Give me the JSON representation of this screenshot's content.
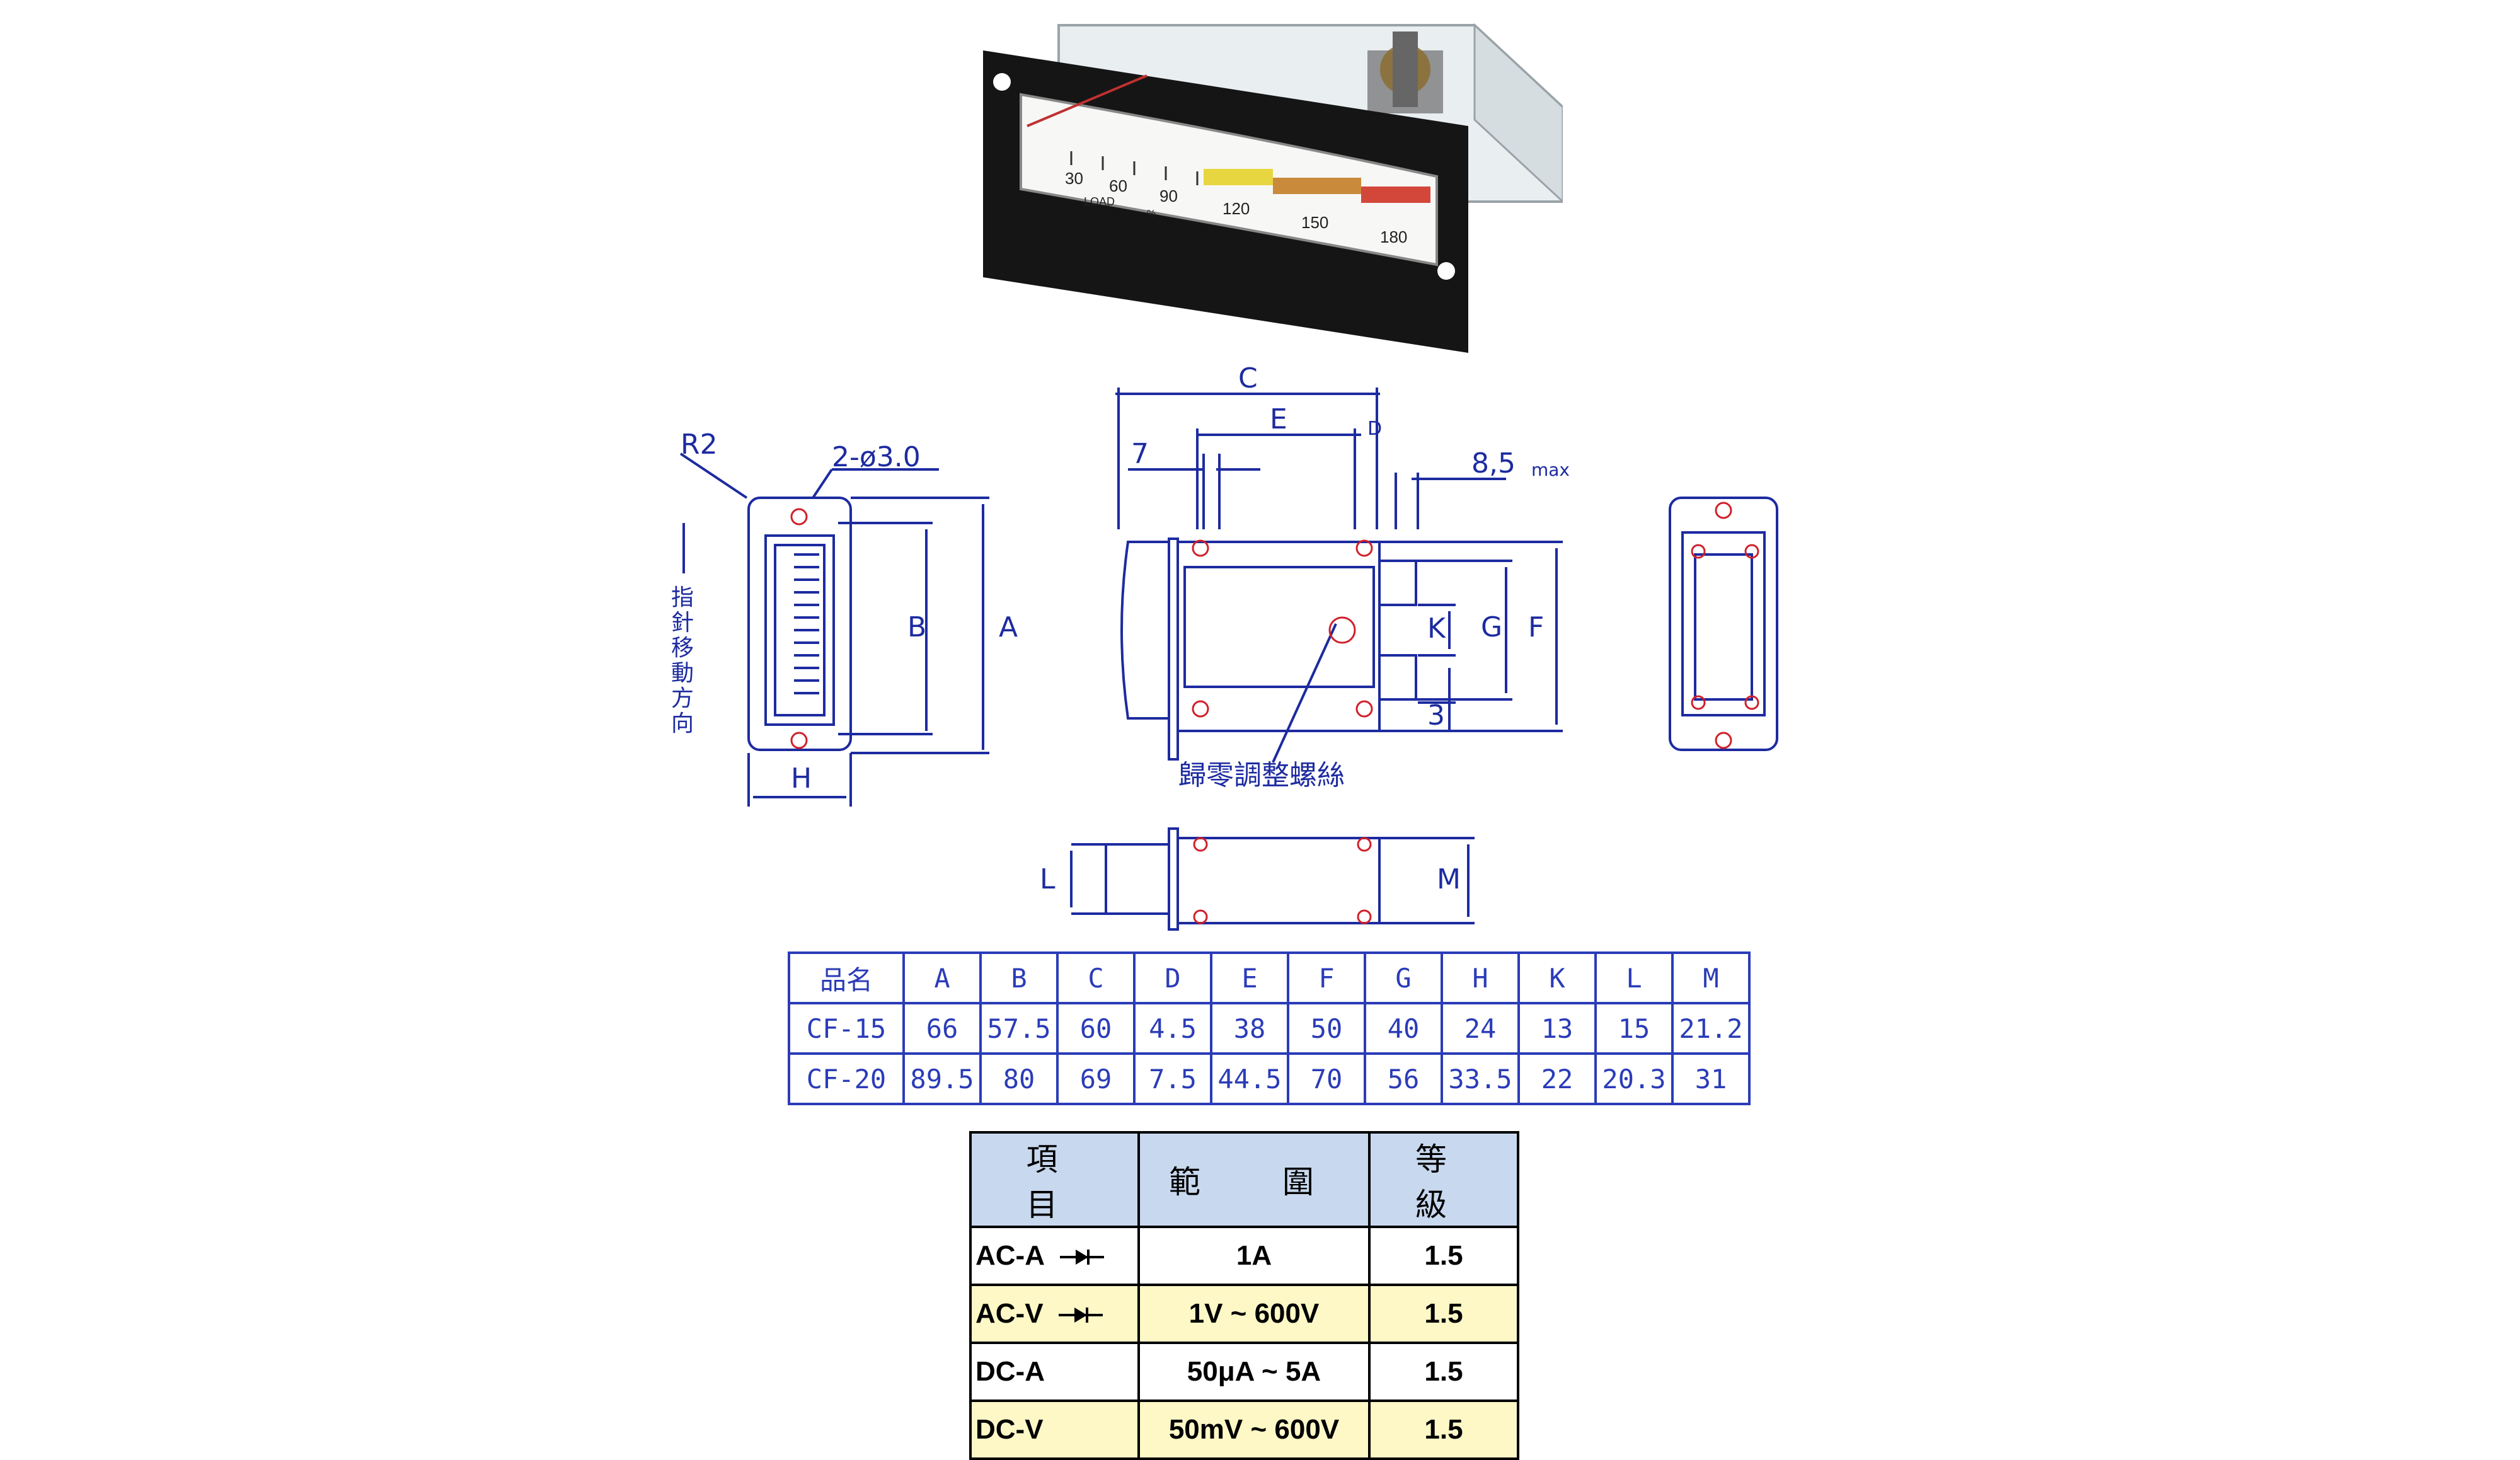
{
  "photo": {
    "scale_numbers": [
      "30",
      "60",
      "90",
      "120",
      "150",
      "180"
    ],
    "scale_caption": "LOAD",
    "scale_unit": "%"
  },
  "front_view": {
    "hole_label": "2-ø3.0",
    "radius_label": "R2",
    "labels": {
      "A": "A",
      "B": "B",
      "H": "H"
    },
    "direction_text": [
      "指",
      "針",
      "移",
      "動",
      "方",
      "向"
    ]
  },
  "side_view": {
    "labels": {
      "C": "C",
      "E": "E",
      "D": "D",
      "F": "F",
      "G": "G",
      "K": "K"
    },
    "seven": "7",
    "three": "3",
    "max_label": "8,5",
    "max_suffix": "max",
    "zero_adjust": "歸零調整螺絲"
  },
  "bottom_view": {
    "labels": {
      "L": "L",
      "M": "M"
    }
  },
  "dimension_table": {
    "headers": [
      "品名",
      "A",
      "B",
      "C",
      "D",
      "E",
      "F",
      "G",
      "H",
      "K",
      "L",
      "M"
    ],
    "rows": [
      [
        "CF-15",
        "66",
        "57.5",
        "60",
        "4.5",
        "38",
        "50",
        "40",
        "24",
        "13",
        "15",
        "21.2"
      ],
      [
        "CF-20",
        "89.5",
        "80",
        "69",
        "7.5",
        "44.5",
        "70",
        "56",
        "33.5",
        "22",
        "20.3",
        "31"
      ]
    ]
  },
  "spec_table": {
    "headers": [
      "項　目",
      "範　圍",
      "等　級"
    ],
    "rows": [
      {
        "item": "AC-A",
        "range": "1A",
        "grade": "1.5",
        "diode": true
      },
      {
        "item": "AC-V",
        "range": "1V ~ 600V",
        "grade": "1.5",
        "diode": true
      },
      {
        "item": "DC-A",
        "range": "50μA ~ 5A",
        "grade": "1.5",
        "diode": false
      },
      {
        "item": "DC-V",
        "range": "50mV ~ 600V",
        "grade": "1.5",
        "diode": false
      }
    ]
  },
  "colors": {
    "drawing_blue": "#1d2ba0",
    "table_blue": "#2b3cb8",
    "hole_red": "#d0202a",
    "header_blue": "#c8d8ee",
    "row_yellow": "#fdf8c6"
  }
}
